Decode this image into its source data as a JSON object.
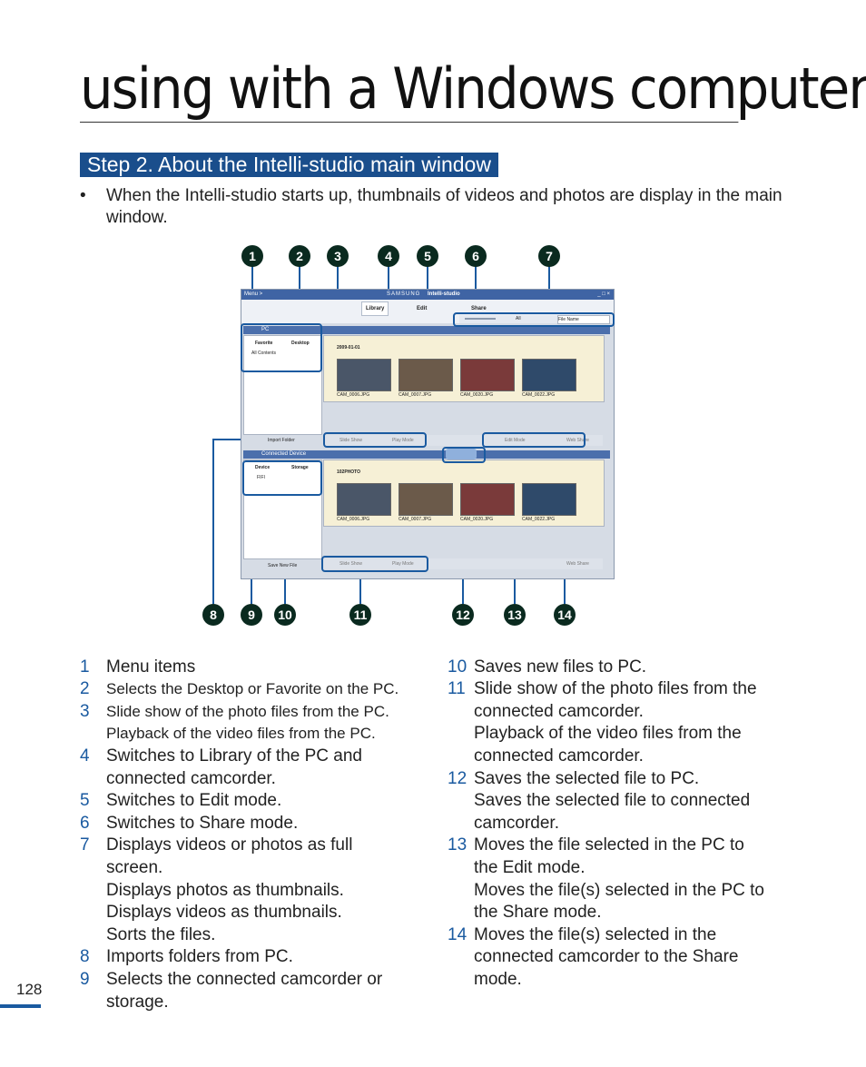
{
  "page": {
    "title": "using with a Windows computer",
    "step_heading": "Step 2. About the Intelli-studio main window",
    "bullet_mark": "•",
    "bullet_text": "When the Intelli-studio starts up, thumbnails of videos and photos are display in the main window.",
    "page_number": "128"
  },
  "callouts": [
    "1",
    "2",
    "3",
    "4",
    "5",
    "6",
    "7",
    "8",
    "9",
    "10",
    "11",
    "12",
    "13",
    "14"
  ],
  "screenshot": {
    "menu": "Menu >",
    "samsung": "SAMSUNG",
    "app_name": "Intelli-studio",
    "library": "Library",
    "edit": "Edit",
    "share": "Share",
    "window_controls": "_ □ ×",
    "all": "All",
    "sort": "File Name",
    "pc_panel": "PC",
    "tab_favorite": "Favorite",
    "tab_desktop": "Desktop",
    "all_contents": "All Contents",
    "folder_pc": "2009-01-01",
    "files": [
      "CAM_0006.JPG",
      "CAM_0007.JPG",
      "CAM_0020.JPG",
      "CAM_0022.JPG"
    ],
    "import_folder": "Import Folder",
    "slide_show": "Slide Show",
    "play_mode": "Play Mode",
    "edit_mode": "Edit Mode",
    "web_share": "Web Share",
    "device_panel": "Connected Device",
    "tab_device": "Device",
    "tab_storage": "Storage",
    "fifi": "FIFI",
    "folder_device": "102PHOTO",
    "save_new_file": "Save New File"
  },
  "legend_left": [
    {
      "num": "1",
      "lines": [
        "Menu items"
      ]
    },
    {
      "num": "2",
      "lines": [
        "Selects the Desktop or Favorite on the PC."
      ]
    },
    {
      "num": "3",
      "lines": [
        "Slide show of the photo files from the PC.",
        "Playback of the video files from the PC."
      ]
    },
    {
      "num": "4",
      "lines": [
        "Switches to Library of the PC and",
        "connected camcorder."
      ]
    },
    {
      "num": "5",
      "lines": [
        "Switches to Edit mode."
      ]
    },
    {
      "num": "6",
      "lines": [
        "Switches to Share mode."
      ]
    },
    {
      "num": "7",
      "lines": [
        "Displays videos or photos as full",
        "screen.",
        "Displays photos as thumbnails.",
        "Displays videos as thumbnails.",
        "Sorts the files."
      ]
    },
    {
      "num": "8",
      "lines": [
        "Imports folders from PC."
      ]
    },
    {
      "num": "9",
      "lines": [
        "Selects the connected camcorder or",
        "storage."
      ]
    }
  ],
  "legend_right": [
    {
      "num": "10",
      "lines": [
        "Saves new files to PC."
      ]
    },
    {
      "num": "11",
      "lines": [
        "Slide show of the photo files from the",
        "connected camcorder.",
        "Playback of the video files from the",
        "connected camcorder."
      ]
    },
    {
      "num": "12",
      "lines": [
        "Saves the selected file to PC.",
        "Saves the selected file to connected",
        "camcorder."
      ]
    },
    {
      "num": "13",
      "lines": [
        " Moves the file selected in the PC to",
        "the Edit mode.",
        "Moves the file(s) selected in the PC to",
        "the Share mode."
      ]
    },
    {
      "num": "14",
      "lines": [
        "Moves the file(s) selected in the",
        "connected camcorder to the Share",
        "mode."
      ]
    }
  ]
}
